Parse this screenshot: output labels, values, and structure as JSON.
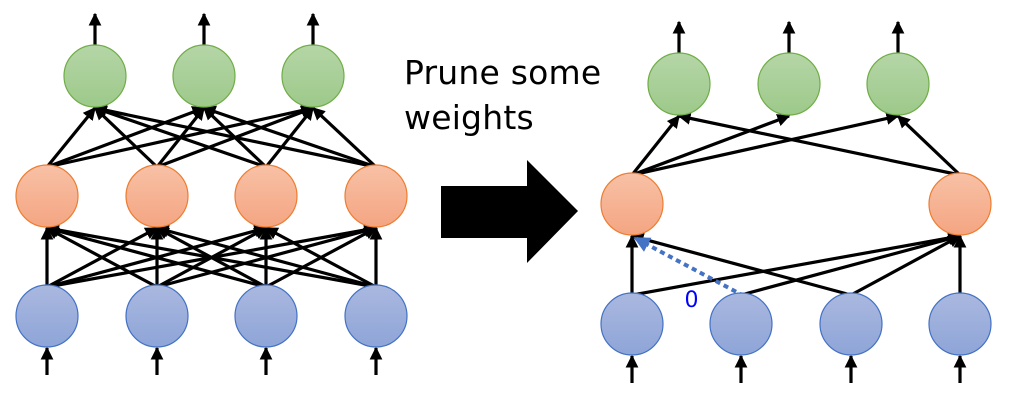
{
  "caption": {
    "line1": "Prune some",
    "line2": "weights"
  },
  "colors": {
    "output_fill_top": "#b5d6a7",
    "output_fill_bottom": "#9dc98a",
    "output_stroke": "#70ad47",
    "hidden_fill_top": "#f8c1a6",
    "hidden_fill_bottom": "#f4a582",
    "hidden_stroke": "#ed7d31",
    "input_fill_top": "#aab8df",
    "input_fill_bottom": "#8ea5d8",
    "input_stroke": "#4472c4",
    "edge": "#000000",
    "pruned_edge": "#4472c4",
    "pruned_label": "#0000ff",
    "transform_arrow": "#000000"
  },
  "networks": [
    {
      "name": "original-network",
      "layers": {
        "input": 4,
        "hidden": 4,
        "output": 3
      },
      "edges_input_hidden": "all",
      "edges_hidden_output": "all"
    },
    {
      "name": "pruned-network",
      "layers": {
        "input": 4,
        "hidden_kept": [
          0,
          3
        ],
        "output": 3
      },
      "edges_hidden_output": [
        [
          0,
          0
        ],
        [
          0,
          1
        ],
        [
          0,
          2
        ],
        [
          3,
          0
        ],
        [
          3,
          2
        ]
      ],
      "edges_input_hidden": [
        [
          0,
          0
        ],
        [
          0,
          3
        ],
        [
          1,
          3
        ],
        [
          2,
          0
        ],
        [
          2,
          3
        ],
        [
          3,
          3
        ]
      ],
      "pruned_edges": [
        {
          "from_input": 1,
          "to_hidden": 0,
          "label": "0"
        }
      ]
    }
  ]
}
